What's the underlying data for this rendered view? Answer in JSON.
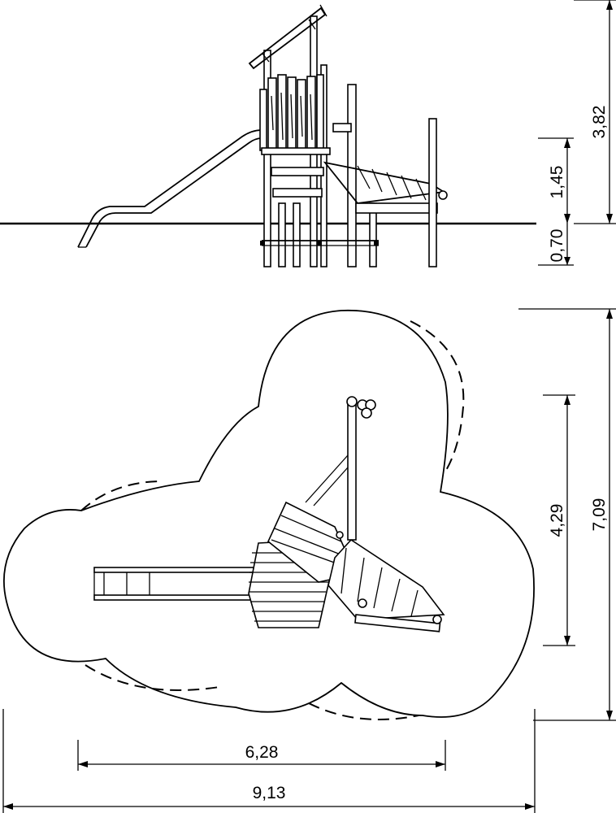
{
  "dimensions": {
    "total_height": "3,82",
    "platform_height": "1,45",
    "foundation_depth": "0,70",
    "plan_depth": "7,09",
    "equipment_depth": "4,29",
    "equipment_width": "6,28",
    "total_width": "9,13"
  }
}
